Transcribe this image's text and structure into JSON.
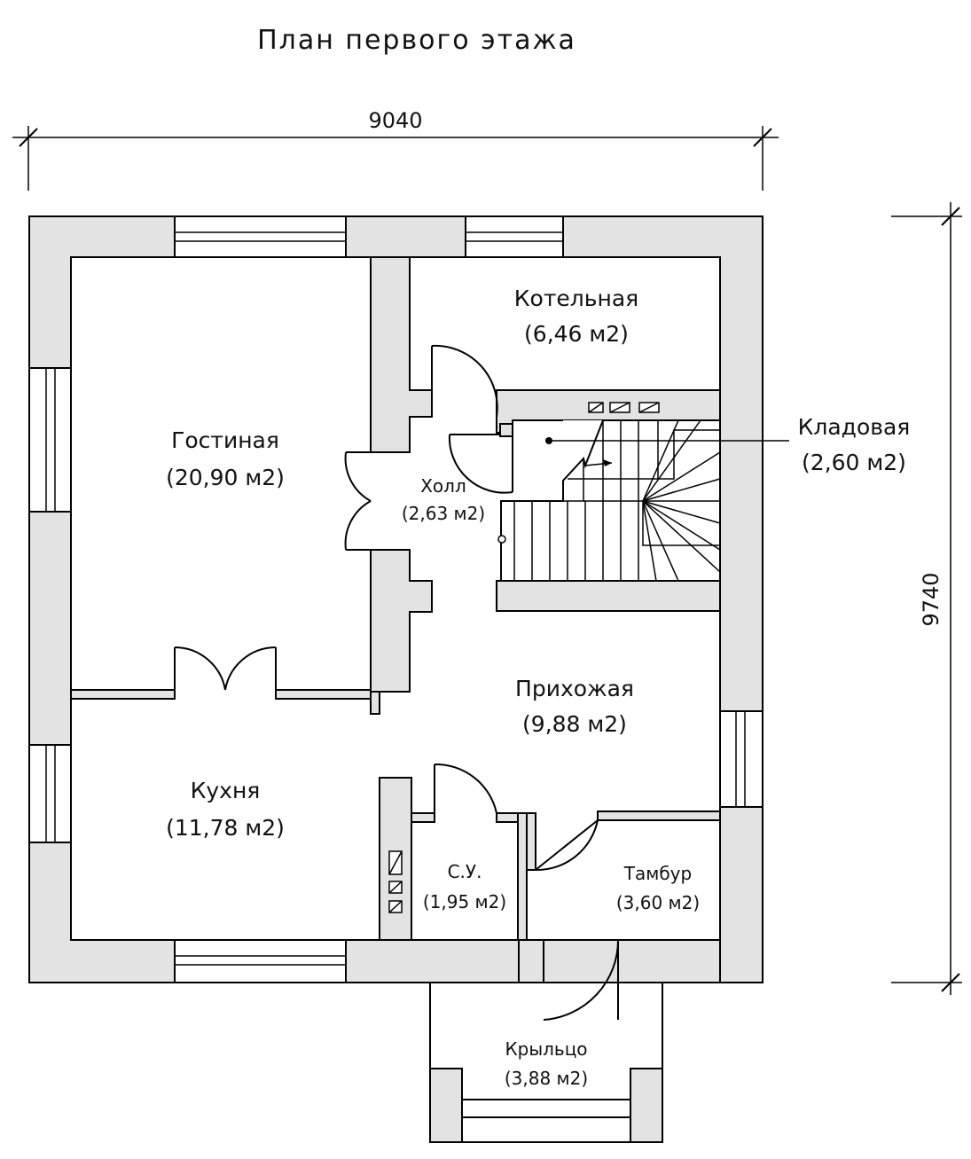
{
  "title": "План первого этажа",
  "dimensions": {
    "width": "9040",
    "height": "9740"
  },
  "rooms": {
    "gostinaya": {
      "name": "Гостиная",
      "area": "(20,90 м2)"
    },
    "kotelnaya": {
      "name": "Котельная",
      "area": "(6,46 м2)"
    },
    "kladovaya": {
      "name": "Кладовая",
      "area": "(2,60 м2)"
    },
    "holl": {
      "name": "Холл",
      "area": "(2,63 м2)"
    },
    "prihozhaya": {
      "name": "Прихожая",
      "area": "(9,88 м2)"
    },
    "kuhnya": {
      "name": "Кухня",
      "area": "(11,78 м2)"
    },
    "su": {
      "name": "С.У.",
      "area": "(1,95 м2)"
    },
    "tambur": {
      "name": "Тамбур",
      "area": "(3,60 м2)"
    },
    "krylco": {
      "name": "Крыльцо",
      "area": "(3,88 м2)"
    }
  },
  "colors": {
    "wall": "#e3e3e3",
    "line": "#000000",
    "background": "#ffffff"
  }
}
